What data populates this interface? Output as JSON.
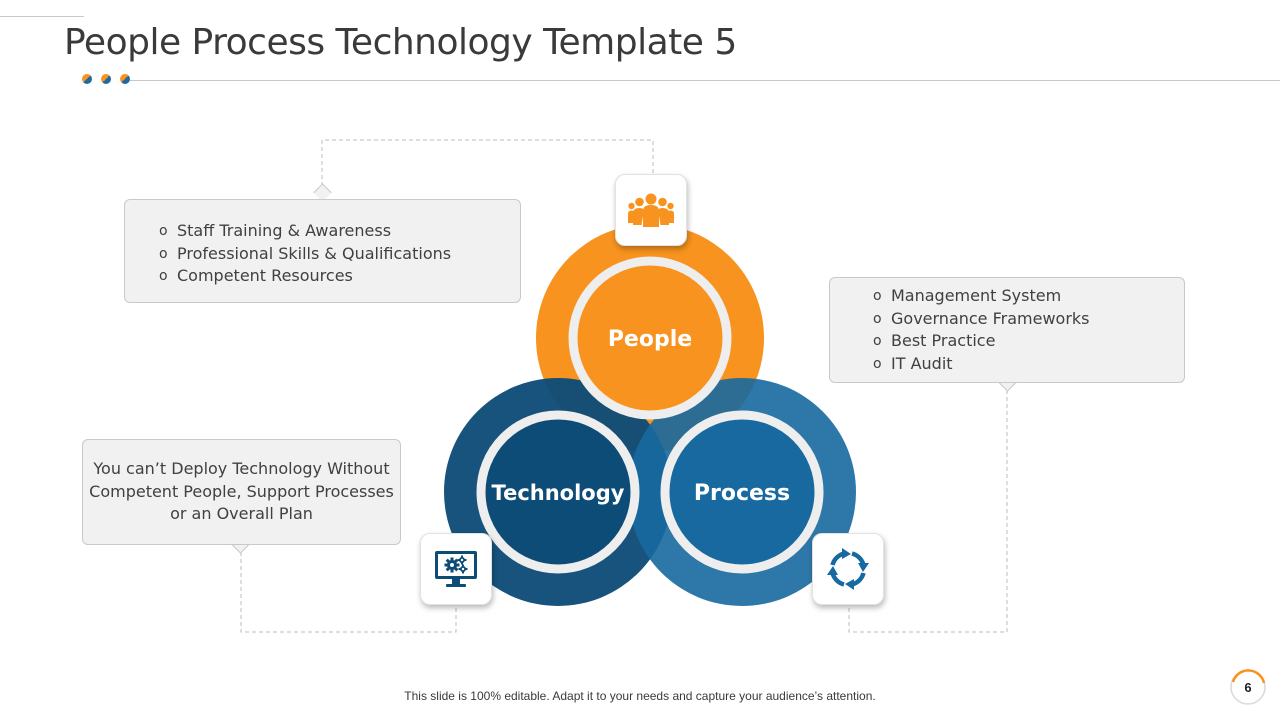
{
  "title": "People Process Technology Template 5",
  "colors": {
    "orange": "#F7931E",
    "dark_blue": "#0E4C78",
    "blue": "#1769A0",
    "box_fill": "#F1F1F1"
  },
  "circles": {
    "people": "People",
    "technology": "Technology",
    "process": "Process"
  },
  "people_box": {
    "bullet": "o",
    "items": [
      "Staff Training & Awareness",
      "Professional Skills & Qualifications",
      "Competent Resources"
    ]
  },
  "process_box": {
    "bullet": "o",
    "items": [
      "Management System",
      "Governance Frameworks",
      "Best Practice",
      "IT Audit"
    ]
  },
  "technology_box": {
    "text": "You can’t Deploy Technology Without Competent People, Support Processes or an Overall Plan"
  },
  "icons": {
    "people": "people-group-icon",
    "technology": "monitor-gears-icon",
    "process": "cycle-arrows-icon"
  },
  "footer": "This slide is 100% editable. Adapt it to your needs and capture your audience’s attention.",
  "page_number": "6"
}
